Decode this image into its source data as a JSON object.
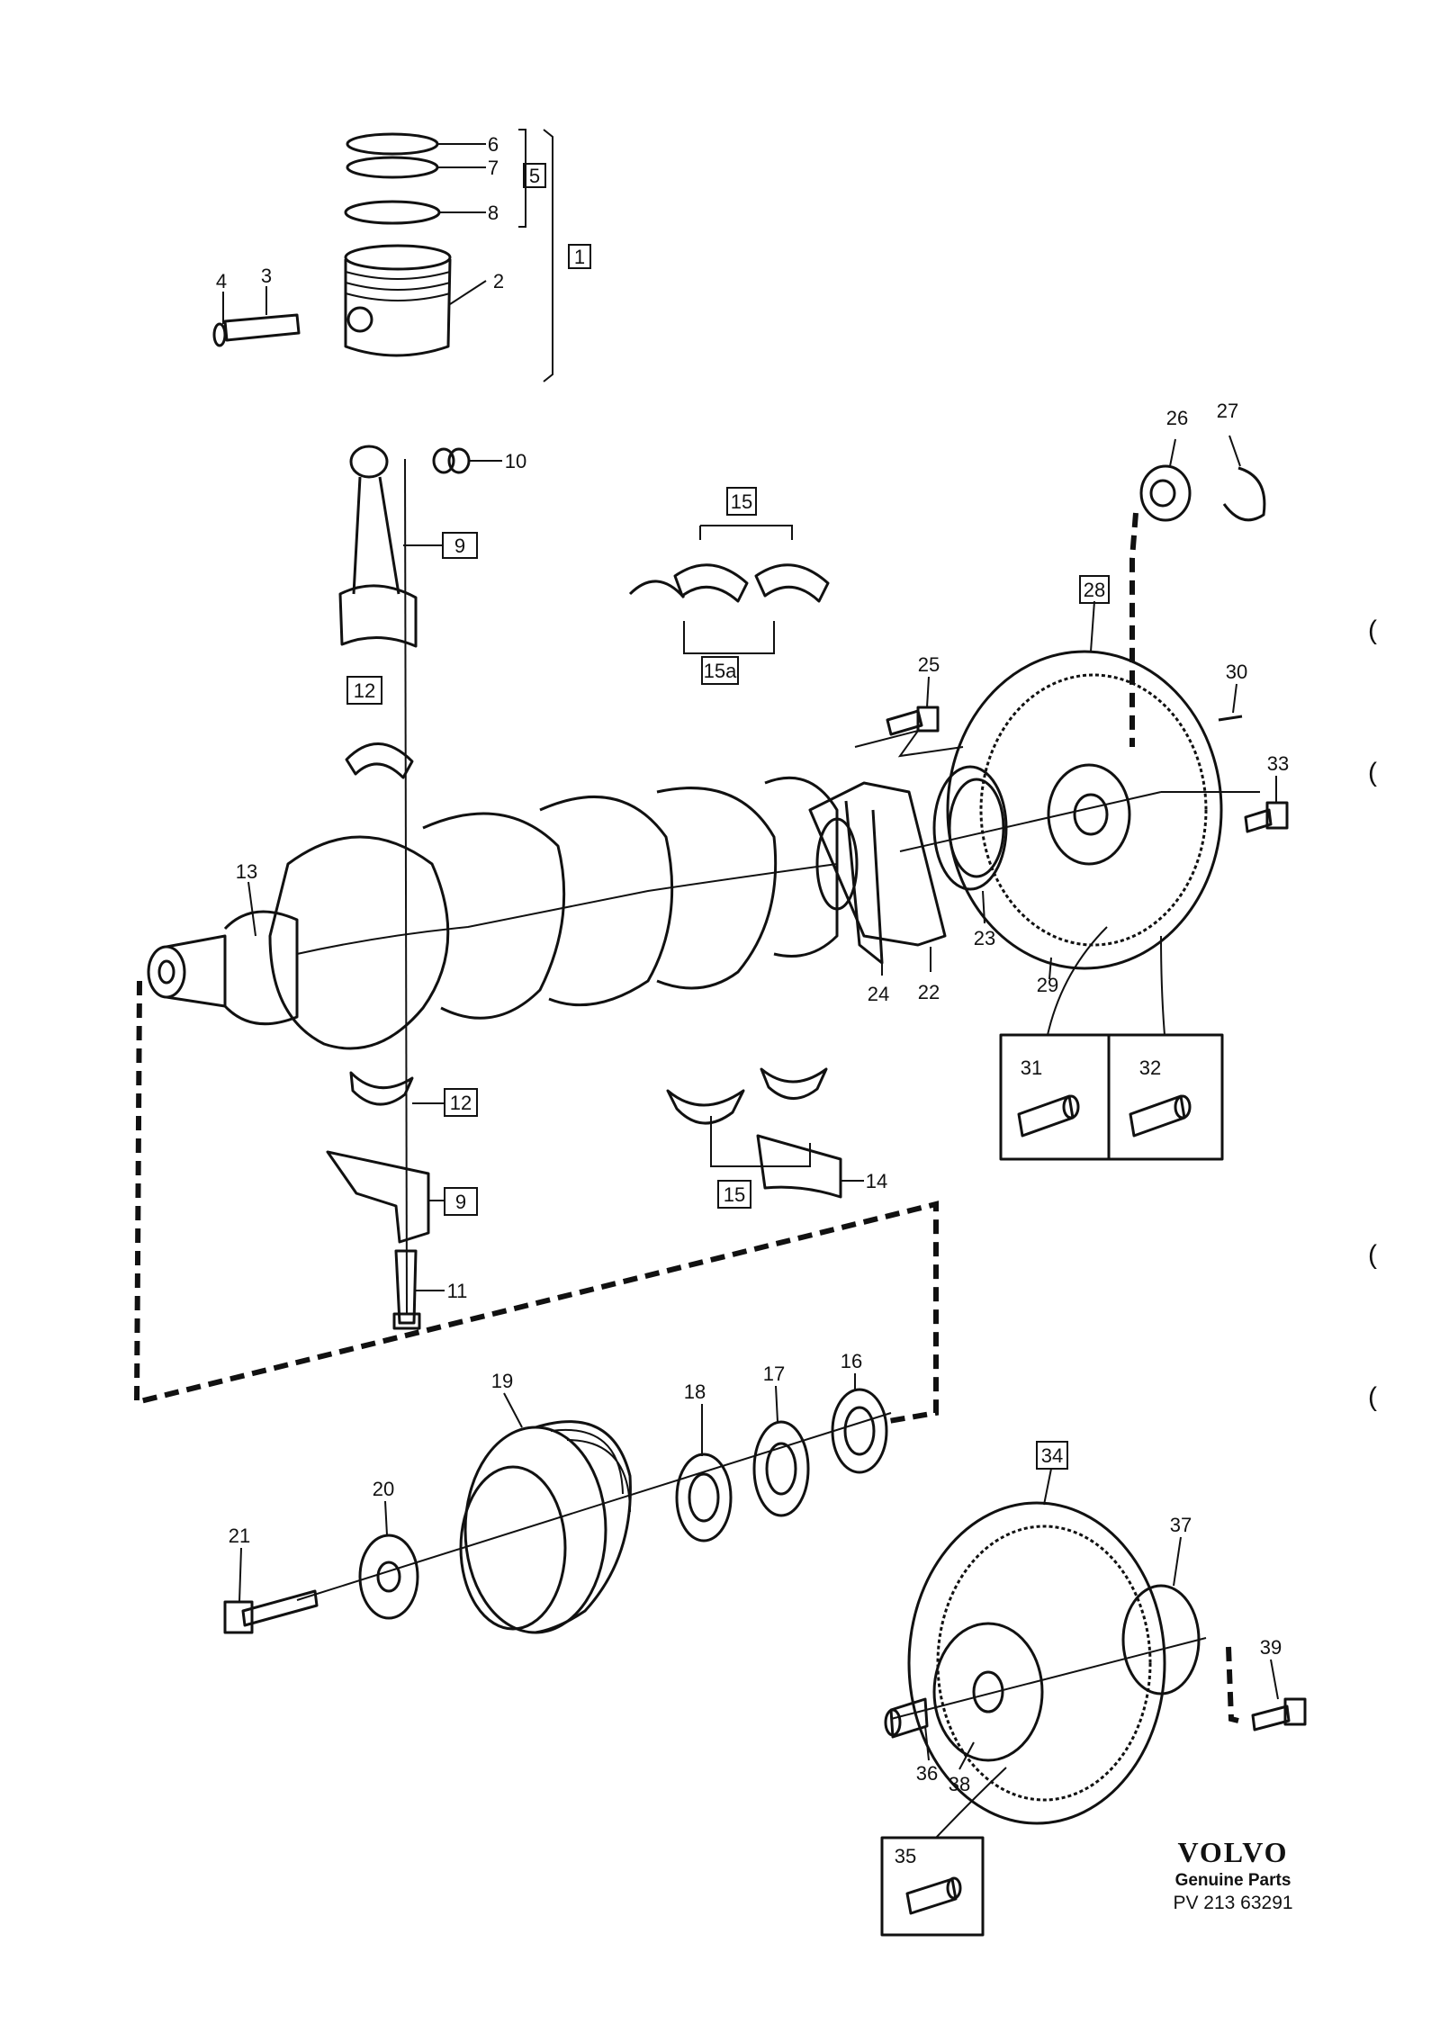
{
  "callouts": [
    "1",
    "2",
    "3",
    "4",
    "5",
    "6",
    "7",
    "8",
    "9",
    "10",
    "11",
    "12",
    "13",
    "14",
    "15",
    "15a",
    "16",
    "17",
    "18",
    "19",
    "20",
    "21",
    "22",
    "23",
    "24",
    "25",
    "26",
    "27",
    "28",
    "29",
    "30",
    "31",
    "32",
    "33",
    "34",
    "35",
    "36",
    "37",
    "38",
    "39"
  ],
  "brand": {
    "logo": "VOLVO",
    "subtitle": "Genuine Parts",
    "reference": "PV 213 63291"
  },
  "margin_marks": [
    "(",
    "(",
    "(",
    "("
  ]
}
